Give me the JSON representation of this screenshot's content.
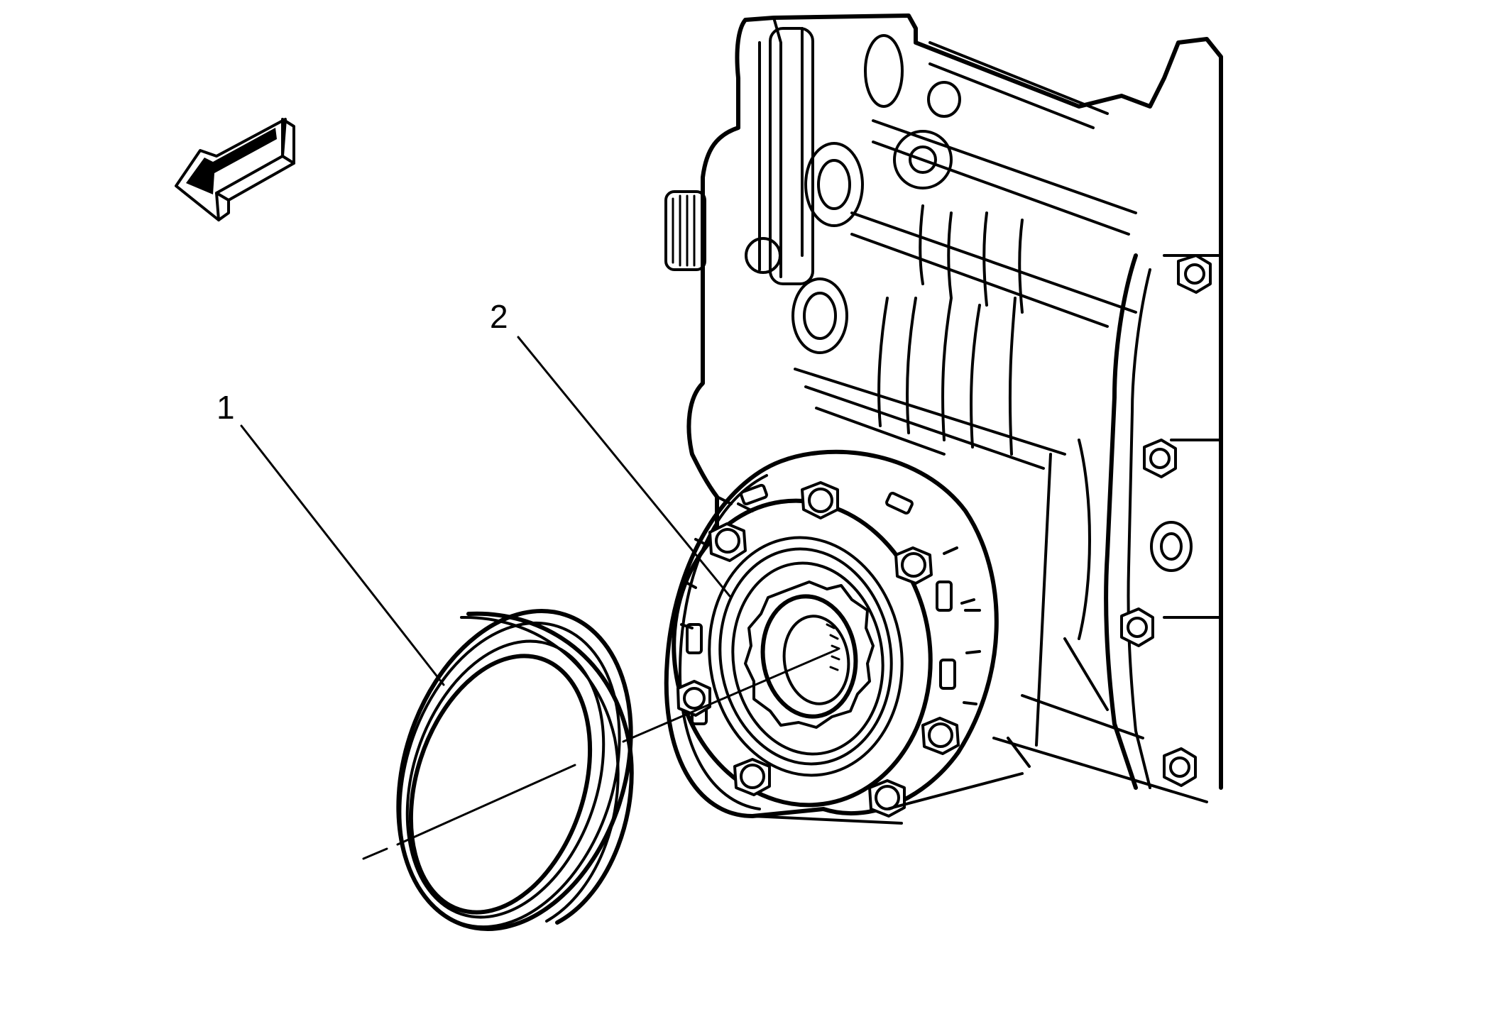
{
  "diagram": {
    "callouts": [
      {
        "id": "1",
        "label": "1"
      },
      {
        "id": "2",
        "label": "2"
      }
    ],
    "icons": {
      "direction": "view-direction-arrow-icon",
      "seal": "oil-seal-ring-icon",
      "housing": "transfer-case-housing-icon",
      "flange": "output-flange-icon"
    },
    "colors": {
      "line": "#000000",
      "background": "#ffffff"
    }
  }
}
